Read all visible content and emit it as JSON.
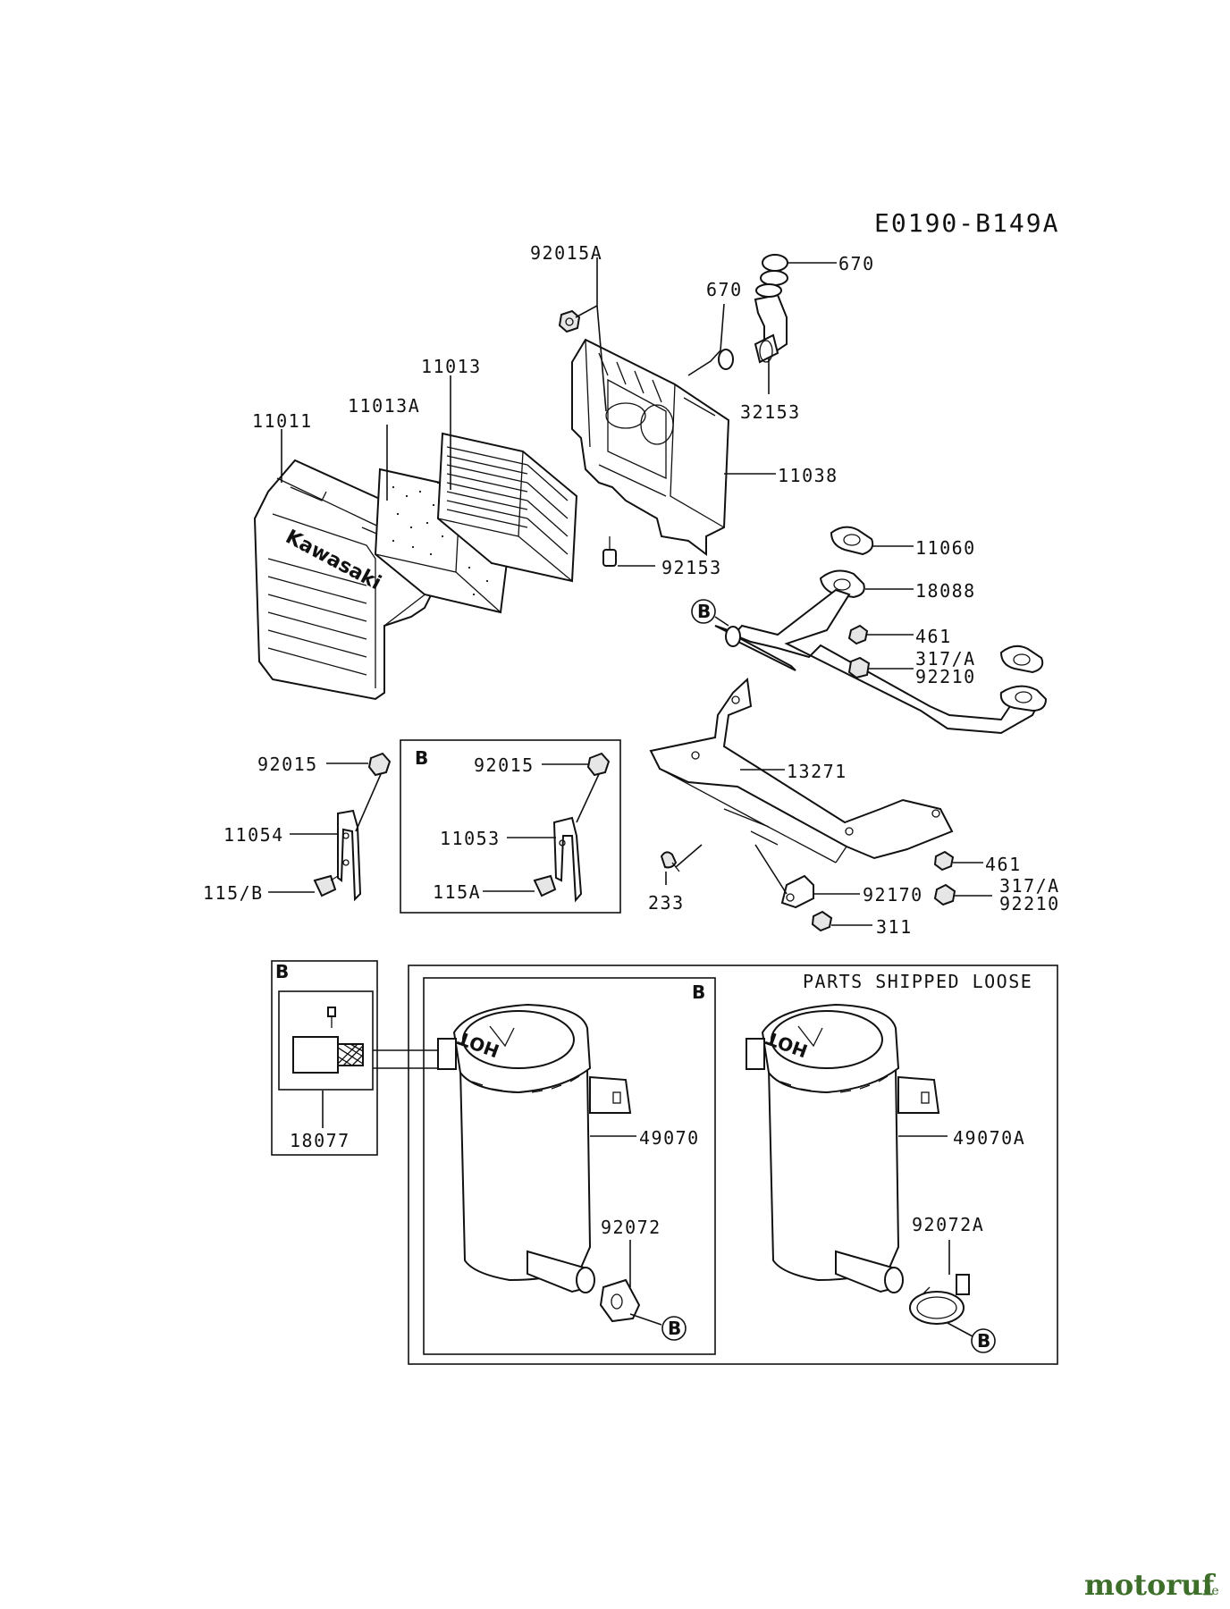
{
  "diagram": {
    "code": "E0190-B149A",
    "parts_shipped_loose": "PARTS SHIPPED LOOSE",
    "box_labels": {
      "b1": "B",
      "b2": "B",
      "b3": "B"
    },
    "callout_letter": "B",
    "brand": "Kawasaki",
    "hot_text": "HOT",
    "parts": {
      "p92015A": "92015A",
      "p670a": "670",
      "p670b": "670",
      "p32153": "32153",
      "p11013": "11013",
      "p11013A": "11013A",
      "p11011": "11011",
      "p11038": "11038",
      "p92153": "92153",
      "p11060": "11060",
      "p18088": "18088",
      "p461a": "461",
      "p317A_1": "317/A",
      "p92210_1": "92210",
      "p13271": "13271",
      "p461b": "461",
      "p317A_2": "317/A",
      "p92210_2": "92210",
      "p92170": "92170",
      "p311": "311",
      "p233": "233",
      "p92015_l": "92015",
      "p11054": "11054",
      "p115B": "115/B",
      "p92015_r": "92015",
      "p11053": "11053",
      "p115A": "115A",
      "p18077": "18077",
      "p49070": "49070",
      "p92072": "92072",
      "p49070A": "49070A",
      "p92072A": "92072A"
    }
  },
  "watermark": {
    "name": "motoruf",
    "suffix": ".de"
  }
}
